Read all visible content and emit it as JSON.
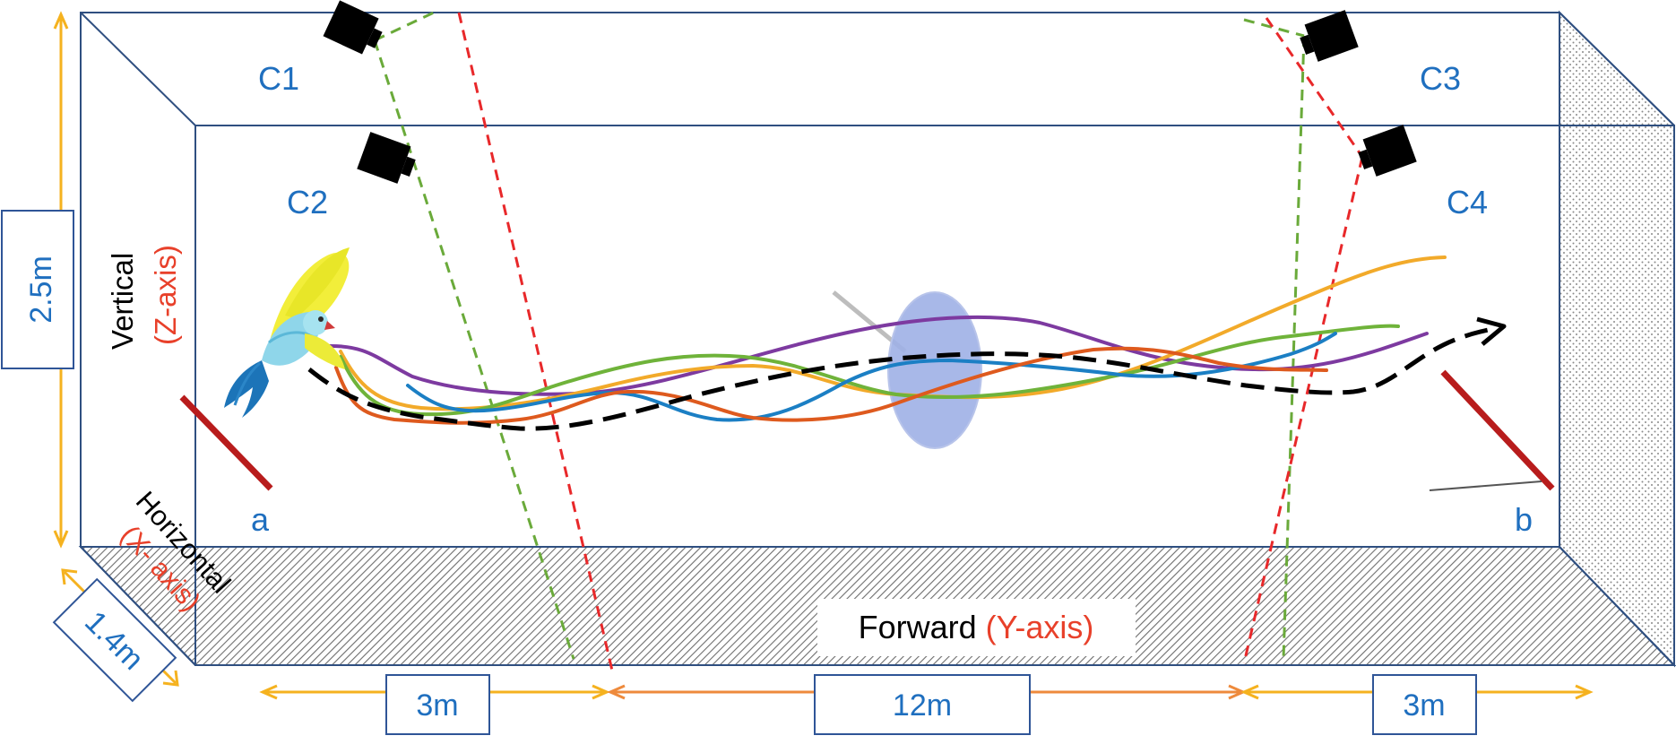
{
  "cameras": [
    {
      "label": "C1"
    },
    {
      "label": "C2"
    },
    {
      "label": "C3"
    },
    {
      "label": "C4"
    }
  ],
  "perch_labels": {
    "a": "a",
    "b": "b"
  },
  "axes": {
    "vertical_word": "Vertical",
    "vertical_axis": "(Z-axis)",
    "horizontal_word": "Horizontal",
    "horizontal_axis": "(X- axis)",
    "forward_word": "Forward",
    "forward_axis": "(Y-axis)"
  },
  "dimensions": {
    "height": "2.5m",
    "width": "1.4m",
    "seg_start": "3m",
    "seg_mid": "12m",
    "seg_end": "3m"
  },
  "colors": {
    "label_blue": "#1f6fbf",
    "axis_red": "#e8402a",
    "dim_yellow": "#f5b21f",
    "dim_orange": "#ee8a3c",
    "perch_red": "#b81c1c",
    "ray_green": "#6aaa3a",
    "ray_red": "#e8282a",
    "track_purple": "#7d3aa0",
    "track_orange": "#f2aa2a",
    "track_green": "#6fb33a",
    "track_blue": "#1b7fc4",
    "track_red": "#de5a1e",
    "mean_path": "#000000",
    "obstacle": "#9fb0e6"
  },
  "icons": {
    "camera": "camera-icon",
    "bird": "parrot-icon",
    "arrow": "arrow-head-icon"
  }
}
